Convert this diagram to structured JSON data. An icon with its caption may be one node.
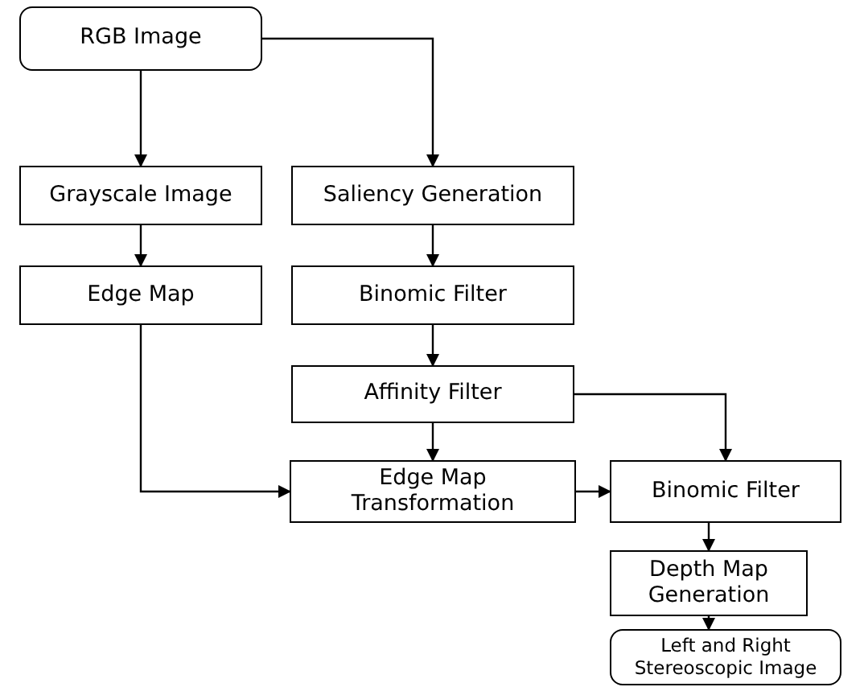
{
  "diagram": {
    "nodes": [
      {
        "text": [
          "RGB Image"
        ]
      },
      {
        "text": [
          "Grayscale Image"
        ]
      },
      {
        "text": [
          "Saliency Generation"
        ]
      },
      {
        "text": [
          "Edge Map"
        ]
      },
      {
        "text": [
          "Binomic Filter"
        ]
      },
      {
        "text": [
          "Affinity Filter"
        ]
      },
      {
        "text": [
          "Edge Map Transformation"
        ]
      },
      {
        "text": [
          "Binomic Filter"
        ]
      },
      {
        "text": [
          "Depth Map Generation"
        ]
      },
      {
        "text": [
          "Left and Right Stereoscopic Image"
        ]
      }
    ],
    "edges": [
      {
        "from": 0,
        "to": 1,
        "arrow": "to"
      },
      {
        "from": 0,
        "to": 2,
        "arrow": "to"
      },
      {
        "from": 1,
        "to": 3,
        "arrow": "to"
      },
      {
        "from": 2,
        "to": 4,
        "arrow": "to"
      },
      {
        "from": 4,
        "to": 5,
        "arrow": "to"
      },
      {
        "from": 5,
        "to": 6,
        "arrow": "to"
      },
      {
        "from": 3,
        "to": 6,
        "arrow": "to"
      },
      {
        "from": 5,
        "to": 7,
        "arrow": "to"
      },
      {
        "from": 6,
        "to": 7,
        "arrow": "to"
      },
      {
        "from": 7,
        "to": 8,
        "arrow": "to"
      },
      {
        "from": 8,
        "to": 9,
        "arrow": "to"
      }
    ]
  }
}
